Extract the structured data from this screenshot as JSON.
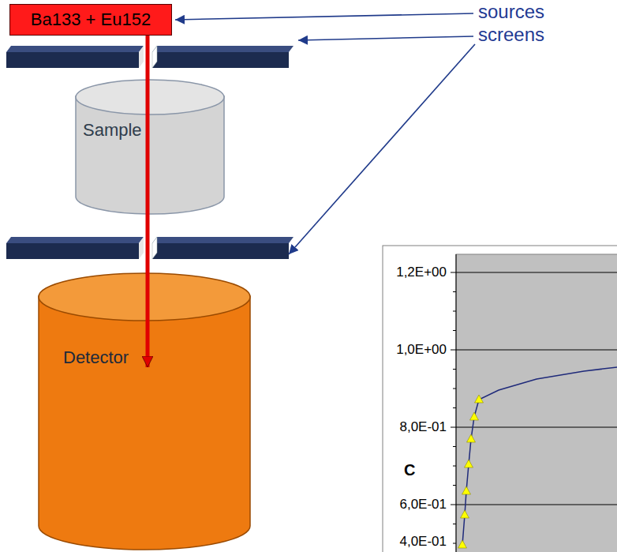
{
  "diagram": {
    "nodes": [
      {
        "text": [
          "Ba133 + Eu152"
        ]
      },
      {
        "text": [
          "Sample"
        ]
      },
      {
        "text": [
          "Detector"
        ]
      }
    ],
    "edges": [
      {
        "from": 0,
        "to": 2,
        "arrow": "to"
      }
    ],
    "labels": [
      "sources",
      "screens",
      "1,2E+00",
      "1,0E+00",
      "8,0E-01",
      "6,0E-01",
      "4,0E-01",
      "C"
    ]
  }
}
